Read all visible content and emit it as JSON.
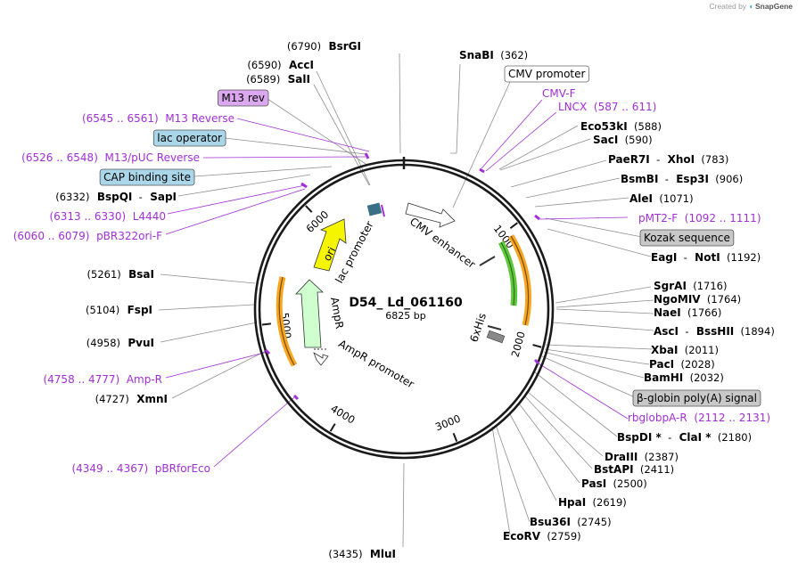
{
  "credit": {
    "prefix": "Created by",
    "brand": "SnapGene"
  },
  "plasmid": {
    "name": "D54_ Ld_061160",
    "length_label": "6825 bp",
    "total_bp": 6825
  },
  "colors": {
    "backbone": "#1a1a1a",
    "primer": "#a12fd6",
    "leader": "#8f8f8f",
    "ori": "#f5f500",
    "ampr": "#cfffcf",
    "orange": "#f6a623",
    "green": "#5ec93c",
    "box_blue": "#a9d6e8",
    "box_gray": "#c8c8c8",
    "box_lilac": "#dba7ee"
  },
  "ticks": [
    {
      "bp": 1000,
      "label": "1000"
    },
    {
      "bp": 2000,
      "label": "2000"
    },
    {
      "bp": 3000,
      "label": "3000"
    },
    {
      "bp": 4000,
      "label": "4000"
    },
    {
      "bp": 5000,
      "label": "5000"
    },
    {
      "bp": 6000,
      "label": "6000"
    }
  ],
  "inner_features": [
    {
      "id": "ori",
      "label": "ori"
    },
    {
      "id": "lac-promoter",
      "label": "lac promoter"
    },
    {
      "id": "cmv-enhancer",
      "label": "CMV enhancer"
    },
    {
      "id": "ampr",
      "label": "AmpR"
    },
    {
      "id": "ampr-promoter",
      "label": "AmpR promoter"
    },
    {
      "id": "6xhis",
      "label": "6xHis"
    }
  ],
  "labels": [
    {
      "parts": [
        [
          "(6790)",
          "pos"
        ],
        [
          "BsrGI",
          "name"
        ]
      ],
      "bp": 6790
    },
    {
      "parts": [
        [
          "SnaBI",
          "name"
        ],
        [
          "(362)",
          "pos"
        ]
      ],
      "bp": 362
    },
    {
      "parts": [
        [
          "CMV promoter",
          "feat"
        ]
      ],
      "bp": 420,
      "box": "white"
    },
    {
      "parts": [
        [
          "(6590)",
          "pos"
        ],
        [
          "AccI",
          "name"
        ]
      ],
      "bp": 6590
    },
    {
      "parts": [
        [
          "(6589)",
          "pos"
        ],
        [
          "SalI",
          "name"
        ]
      ],
      "bp": 6589
    },
    {
      "parts": [
        [
          "M13 rev",
          "feat"
        ]
      ],
      "bp": 6560,
      "box": "lilac"
    },
    {
      "parts": [
        [
          "CMV-F",
          "primer"
        ]
      ],
      "bp": 551
    },
    {
      "parts": [
        [
          "LNCX",
          "primer"
        ],
        [
          "(587 .. 611)",
          "primer"
        ]
      ],
      "bp": 599
    },
    {
      "parts": [
        [
          "(6545 .. 6561)",
          "primer"
        ],
        [
          "M13 Reverse",
          "primer"
        ]
      ],
      "bp": 6553
    },
    {
      "parts": [
        [
          "Eco53kI",
          "name"
        ],
        [
          "(588)",
          "pos"
        ]
      ],
      "bp": 588
    },
    {
      "parts": [
        [
          "lac operator",
          "feat"
        ]
      ],
      "bp": 6540,
      "box": "blue"
    },
    {
      "parts": [
        [
          "SacI",
          "name"
        ],
        [
          "(590)",
          "pos"
        ]
      ],
      "bp": 590
    },
    {
      "parts": [
        [
          "(6526 .. 6548)",
          "primer"
        ],
        [
          "M13/pUC Reverse",
          "primer"
        ]
      ],
      "bp": 6537
    },
    {
      "parts": [
        [
          "PaeR7I",
          "name"
        ],
        [
          "-",
          "pos"
        ],
        [
          "XhoI",
          "name"
        ],
        [
          "(783)",
          "pos"
        ]
      ],
      "bp": 783
    },
    {
      "parts": [
        [
          "CAP binding site",
          "feat"
        ]
      ],
      "bp": 6500,
      "box": "blue"
    },
    {
      "parts": [
        [
          "BsmBI",
          "name"
        ],
        [
          "-",
          "pos"
        ],
        [
          "Esp3I",
          "name"
        ],
        [
          "(906)",
          "pos"
        ]
      ],
      "bp": 906
    },
    {
      "parts": [
        [
          "(6332)",
          "pos"
        ],
        [
          "BspQI",
          "name"
        ],
        [
          "-",
          "pos"
        ],
        [
          "SapI",
          "name"
        ]
      ],
      "bp": 6332
    },
    {
      "parts": [
        [
          "AleI",
          "name"
        ],
        [
          "(1071)",
          "pos"
        ]
      ],
      "bp": 1071
    },
    {
      "parts": [
        [
          "(6313 .. 6330)",
          "primer"
        ],
        [
          "L4440",
          "primer"
        ]
      ],
      "bp": 6321
    },
    {
      "parts": [
        [
          "pMT2-F",
          "primer"
        ],
        [
          "(1092 .. 1111)",
          "primer"
        ]
      ],
      "bp": 1101
    },
    {
      "parts": [
        [
          "(6060 .. 6079)",
          "primer"
        ],
        [
          "pBR322ori-F",
          "primer"
        ]
      ],
      "bp": 6069
    },
    {
      "parts": [
        [
          "Kozak sequence",
          "feat"
        ]
      ],
      "bp": 1185,
      "box": "gray"
    },
    {
      "parts": [
        [
          "EagI",
          "name"
        ],
        [
          "-",
          "pos"
        ],
        [
          "NotI",
          "name"
        ],
        [
          "(1192)",
          "pos"
        ]
      ],
      "bp": 1192
    },
    {
      "parts": [
        [
          "(5261)",
          "pos"
        ],
        [
          "BsaI",
          "name"
        ]
      ],
      "bp": 5261
    },
    {
      "parts": [
        [
          "SgrAI",
          "name"
        ],
        [
          "(1716)",
          "pos"
        ]
      ],
      "bp": 1716
    },
    {
      "parts": [
        [
          "NgoMIV",
          "name"
        ],
        [
          "(1764)",
          "pos"
        ]
      ],
      "bp": 1764
    },
    {
      "parts": [
        [
          "NaeI",
          "name"
        ],
        [
          "(1766)",
          "pos"
        ]
      ],
      "bp": 1766
    },
    {
      "parts": [
        [
          "(5104)",
          "pos"
        ],
        [
          "FspI",
          "name"
        ]
      ],
      "bp": 5104
    },
    {
      "parts": [
        [
          "AscI",
          "name"
        ],
        [
          "-",
          "pos"
        ],
        [
          "BssHII",
          "name"
        ],
        [
          "(1894)",
          "pos"
        ]
      ],
      "bp": 1894
    },
    {
      "parts": [
        [
          "(4958)",
          "pos"
        ],
        [
          "PvuI",
          "name"
        ]
      ],
      "bp": 4958
    },
    {
      "parts": [
        [
          "XbaI",
          "name"
        ],
        [
          "(2011)",
          "pos"
        ]
      ],
      "bp": 2011
    },
    {
      "parts": [
        [
          "PacI",
          "name"
        ],
        [
          "(2028)",
          "pos"
        ]
      ],
      "bp": 2028
    },
    {
      "parts": [
        [
          "(4758 .. 4777)",
          "primer"
        ],
        [
          "Amp-R",
          "primer"
        ]
      ],
      "bp": 4767
    },
    {
      "parts": [
        [
          "BamHI",
          "name"
        ],
        [
          "(2032)",
          "pos"
        ]
      ],
      "bp": 2032
    },
    {
      "parts": [
        [
          "(4727)",
          "pos"
        ],
        [
          "XmnI",
          "name"
        ]
      ],
      "bp": 4727
    },
    {
      "parts": [
        [
          "β-globin poly(A) signal",
          "feat"
        ]
      ],
      "bp": 2080,
      "box": "gray"
    },
    {
      "parts": [
        [
          "rbglobpA-R",
          "primer"
        ],
        [
          "(2112 .. 2131)",
          "primer"
        ]
      ],
      "bp": 2121
    },
    {
      "parts": [
        [
          "BspDI *",
          "name"
        ],
        [
          "-",
          "pos"
        ],
        [
          "ClaI *",
          "name"
        ],
        [
          "(2180)",
          "pos"
        ]
      ],
      "bp": 2180
    },
    {
      "parts": [
        [
          "DraIII",
          "name"
        ],
        [
          "(2387)",
          "pos"
        ]
      ],
      "bp": 2387
    },
    {
      "parts": [
        [
          "BstAPI",
          "name"
        ],
        [
          "(2411)",
          "pos"
        ]
      ],
      "bp": 2411
    },
    {
      "parts": [
        [
          "PasI",
          "name"
        ],
        [
          "(2500)",
          "pos"
        ]
      ],
      "bp": 2500
    },
    {
      "parts": [
        [
          "(4349 .. 4367)",
          "primer"
        ],
        [
          "pBRforEco",
          "primer"
        ]
      ],
      "bp": 4358
    },
    {
      "parts": [
        [
          "HpaI",
          "name"
        ],
        [
          "(2619)",
          "pos"
        ]
      ],
      "bp": 2619
    },
    {
      "parts": [
        [
          "Bsu36I",
          "name"
        ],
        [
          "(2745)",
          "pos"
        ]
      ],
      "bp": 2745
    },
    {
      "parts": [
        [
          "EcoRV",
          "name"
        ],
        [
          "(2759)",
          "pos"
        ]
      ],
      "bp": 2759
    },
    {
      "parts": [
        [
          "(3435)",
          "pos"
        ],
        [
          "MluI",
          "name"
        ]
      ],
      "bp": 3435
    }
  ]
}
